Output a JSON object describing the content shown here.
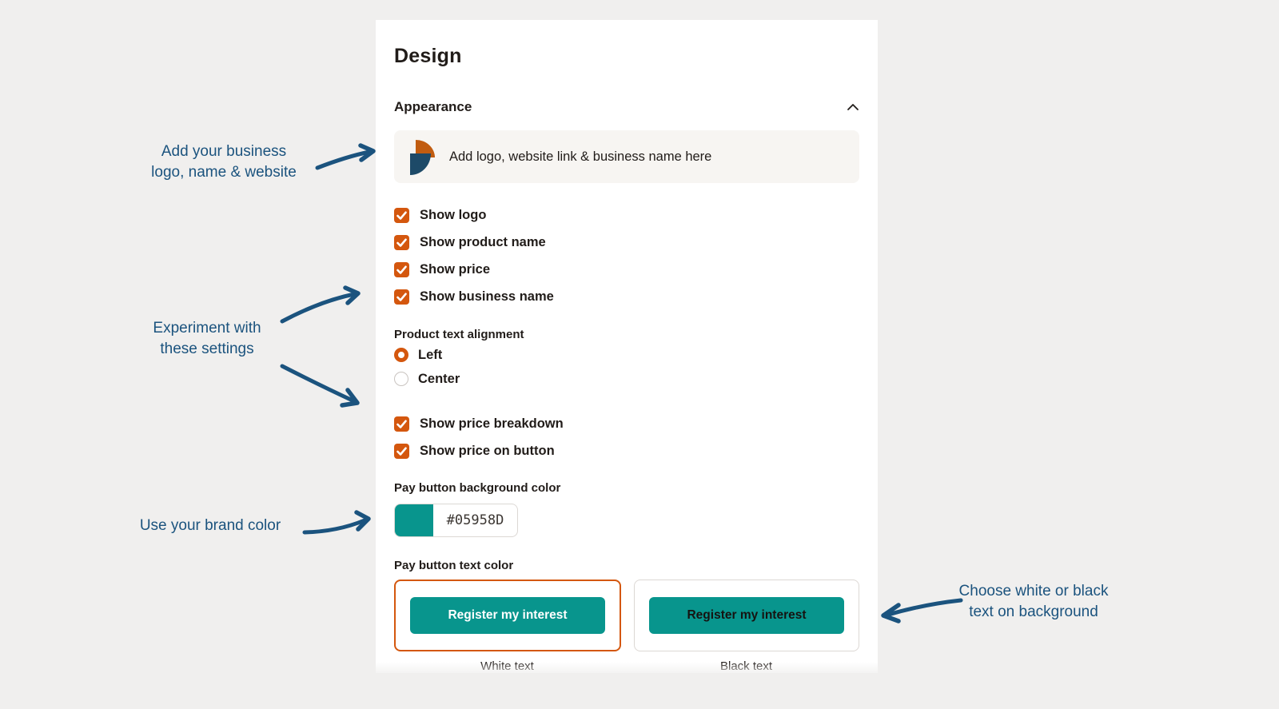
{
  "panel": {
    "title": "Design",
    "section_label": "Appearance",
    "logo_upload_text": "Add logo, website link & business name here",
    "toggles": [
      {
        "label": "Show logo",
        "checked": true
      },
      {
        "label": "Show product name",
        "checked": true
      },
      {
        "label": "Show price",
        "checked": true
      },
      {
        "label": "Show business name",
        "checked": true
      }
    ],
    "alignment": {
      "label": "Product text alignment",
      "options": [
        {
          "label": "Left",
          "selected": true
        },
        {
          "label": "Center",
          "selected": false
        }
      ]
    },
    "price_toggles": [
      {
        "label": "Show price breakdown",
        "checked": true
      },
      {
        "label": "Show price on button",
        "checked": true
      }
    ],
    "bg_color": {
      "label": "Pay button background color",
      "value": "#05958D"
    },
    "text_color": {
      "label": "Pay button text color",
      "options": [
        {
          "button_label": "Register my interest",
          "caption": "White text",
          "selected": true
        },
        {
          "button_label": "Register my interest",
          "caption": "Black text",
          "selected": false
        }
      ]
    }
  },
  "annotations": {
    "logo": {
      "line1": "Add your business",
      "line2": "logo, name & website"
    },
    "experiment": {
      "line1": "Experiment with",
      "line2": "these settings"
    },
    "brand": {
      "text": "Use your brand color"
    },
    "choose": {
      "line1": "Choose white or black",
      "line2": "text on background"
    }
  },
  "icons": {
    "collapse": "chevron-up-icon",
    "check": "checkmark-icon",
    "logo_placeholder": "business-logo-placeholder-icon"
  },
  "colors": {
    "accent_orange": "#d4570e",
    "button_teal": "#05958D",
    "annotation_blue": "#1b537e",
    "page_background": "#f0efee",
    "upload_background": "#f7f5f2",
    "logo_navy": "#1d4a68",
    "logo_orange": "#c15c10"
  }
}
